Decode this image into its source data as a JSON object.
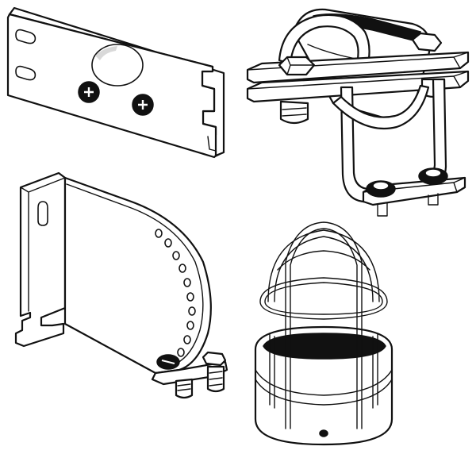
{
  "figure": {
    "parts": [
      {
        "id": "flat-mounting-plate",
        "icon": "flat-plate-icon"
      },
      {
        "id": "pipe-clamp-bracket",
        "icon": "pipe-clamp-icon"
      },
      {
        "id": "angle-bracket",
        "icon": "angle-bracket-icon"
      },
      {
        "id": "wire-guard-cage",
        "icon": "wire-cage-icon"
      }
    ],
    "colors": {
      "line": "#111111",
      "background": "#ffffff",
      "shade": "#d9d9d9"
    }
  }
}
